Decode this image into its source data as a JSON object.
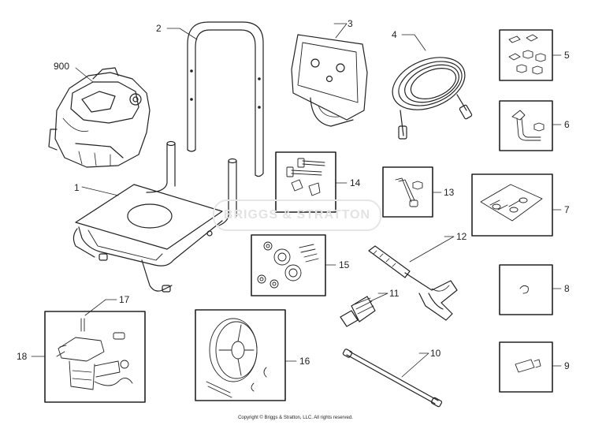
{
  "diagram": {
    "watermark": "BRIGGS & STRATTON",
    "copyright": "Copyright © Briggs & Stratton, LLC. All rights reserved.",
    "callouts": [
      {
        "id": "c900",
        "text": "900"
      },
      {
        "id": "c1",
        "text": "1"
      },
      {
        "id": "c2",
        "text": "2"
      },
      {
        "id": "c3",
        "text": "3"
      },
      {
        "id": "c4",
        "text": "4"
      },
      {
        "id": "c5",
        "text": "5"
      },
      {
        "id": "c6",
        "text": "6"
      },
      {
        "id": "c7",
        "text": "7"
      },
      {
        "id": "c8",
        "text": "8"
      },
      {
        "id": "c9",
        "text": "9"
      },
      {
        "id": "c10",
        "text": "10"
      },
      {
        "id": "c11",
        "text": "11"
      },
      {
        "id": "c12",
        "text": "12"
      },
      {
        "id": "c13",
        "text": "13"
      },
      {
        "id": "c14",
        "text": "14"
      },
      {
        "id": "c15",
        "text": "15"
      },
      {
        "id": "c16",
        "text": "16"
      },
      {
        "id": "c17",
        "text": "17"
      },
      {
        "id": "c18",
        "text": "18"
      }
    ]
  }
}
